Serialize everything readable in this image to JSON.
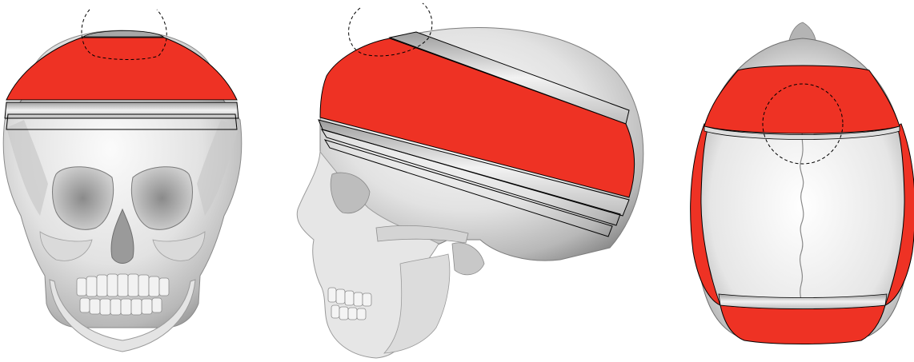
{
  "figure": {
    "views": [
      {
        "id": "frontal",
        "name": "frontal-view"
      },
      {
        "id": "lateral",
        "name": "lateral-view"
      },
      {
        "id": "superior",
        "name": "superior-view"
      }
    ],
    "colors": {
      "highlight_region": "#ee3224",
      "outline": "#000000",
      "bone_light": "#f4f4f4",
      "bone_mid": "#d9d9d9",
      "bone_dark": "#9a9a9a",
      "background": "#ffffff"
    },
    "marker_style": "dashed-circle"
  }
}
